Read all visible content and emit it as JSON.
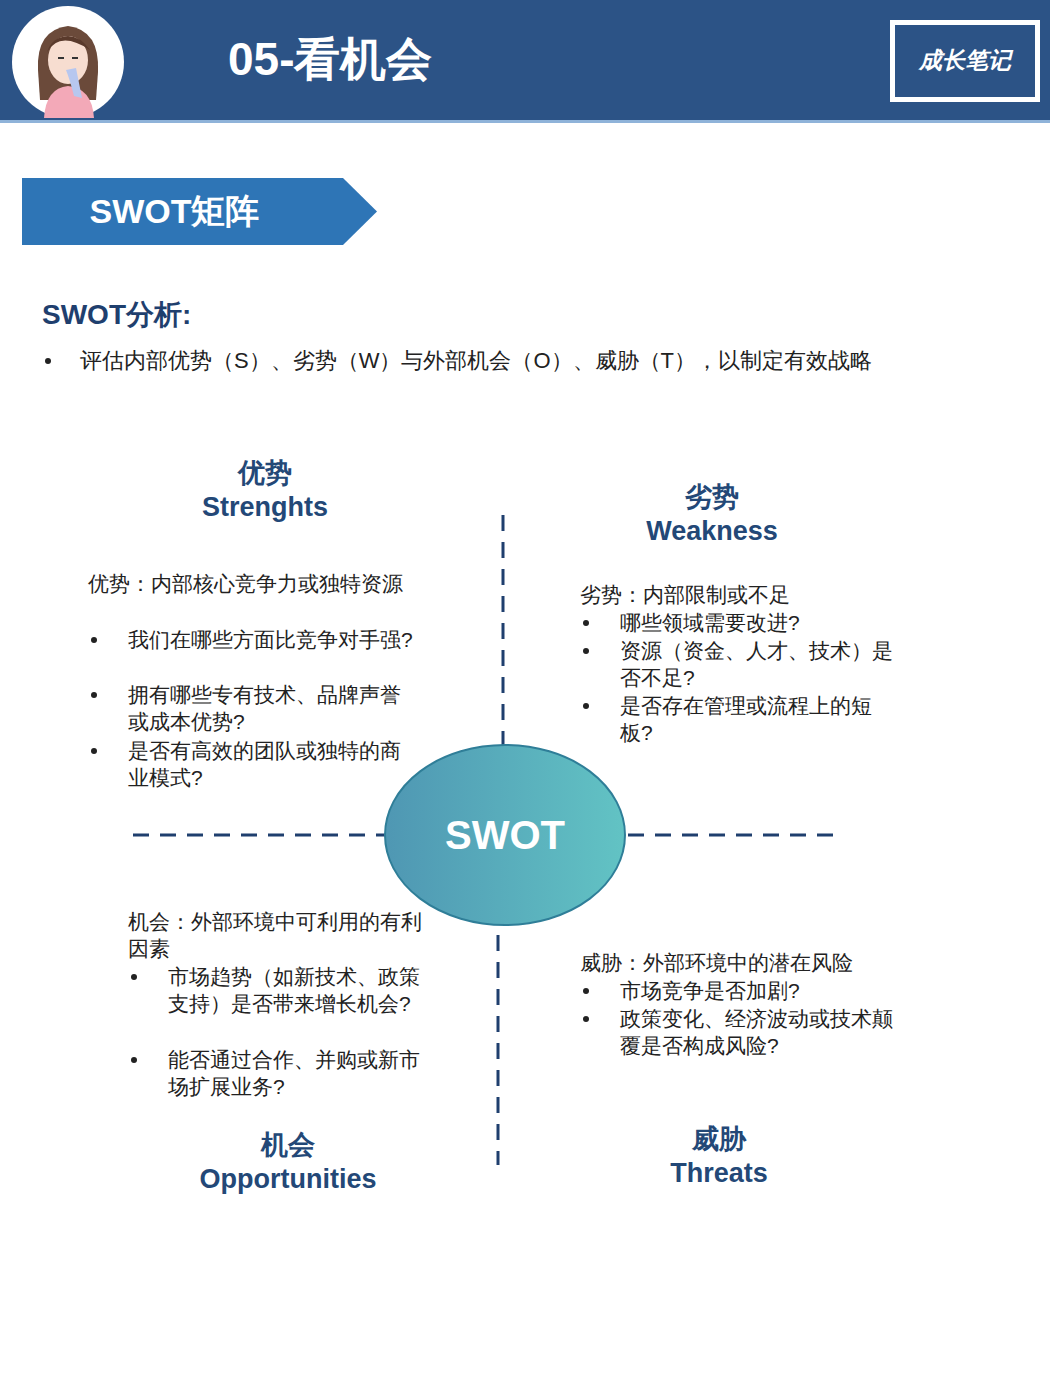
{
  "diagram": {
    "nodes": [
      {
        "text": [
          "05-看机会"
        ]
      },
      {
        "text": [
          "成长笔记"
        ],
        "in": 0
      },
      {
        "text": [
          "SWOT矩阵"
        ]
      },
      {
        "text": [
          "SWOT"
        ]
      }
    ],
    "labels": [
      "SWOT分析:",
      "评估内部优势（S）、劣势（W）与外部机会（O）、威胁（T），以制定有效战略",
      "优势",
      "Strenghts",
      "优势：内部核心竞争力或独特资源",
      "我们在哪些方面比竞争对手强?",
      "拥有哪些专有技术、品牌声誉或成本优势?",
      "是否有高效的团队或独特的商业模式?",
      "劣势",
      "Weakness",
      "劣势：内部限制或不足",
      "哪些领域需要改进?",
      "资源（资金、人才、技术）是否不足?",
      "是否存在管理或流程上的短板?",
      "机会：外部环境中可利用的有利因素",
      "市场趋势（如新技术、政策支持）是否带来增长机会?",
      "能否通过合作、并购或新市场扩展业务?",
      "机会",
      "Opportunities",
      "威胁：外部环境中的潜在风险",
      "市场竞争是否加剧?",
      "政策变化、经济波动或技术颠覆是否构成风险?",
      "威胁",
      "Threats"
    ]
  }
}
